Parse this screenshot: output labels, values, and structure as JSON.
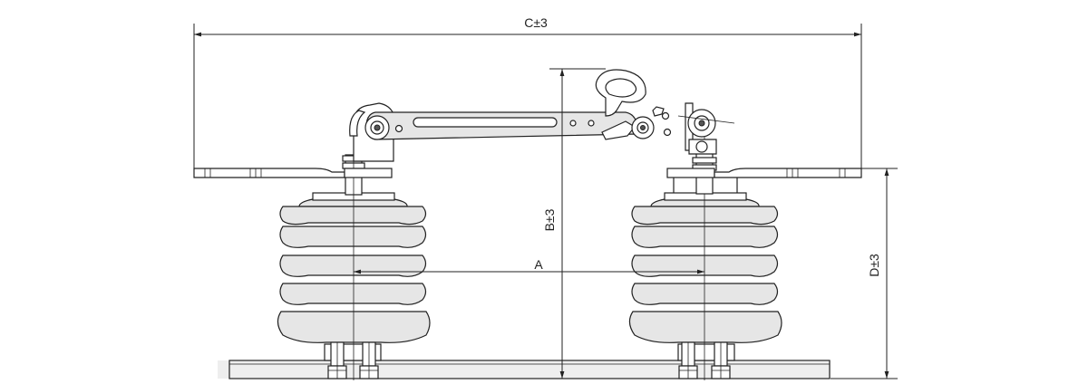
{
  "dimensions": {
    "overall_length": "C±3",
    "pole_spacing": "A",
    "blade_height": "B±3",
    "mount_height": "D±3"
  },
  "colors": {
    "line": "#222222",
    "fill": "#e6e6e6",
    "background": "#ffffff"
  }
}
